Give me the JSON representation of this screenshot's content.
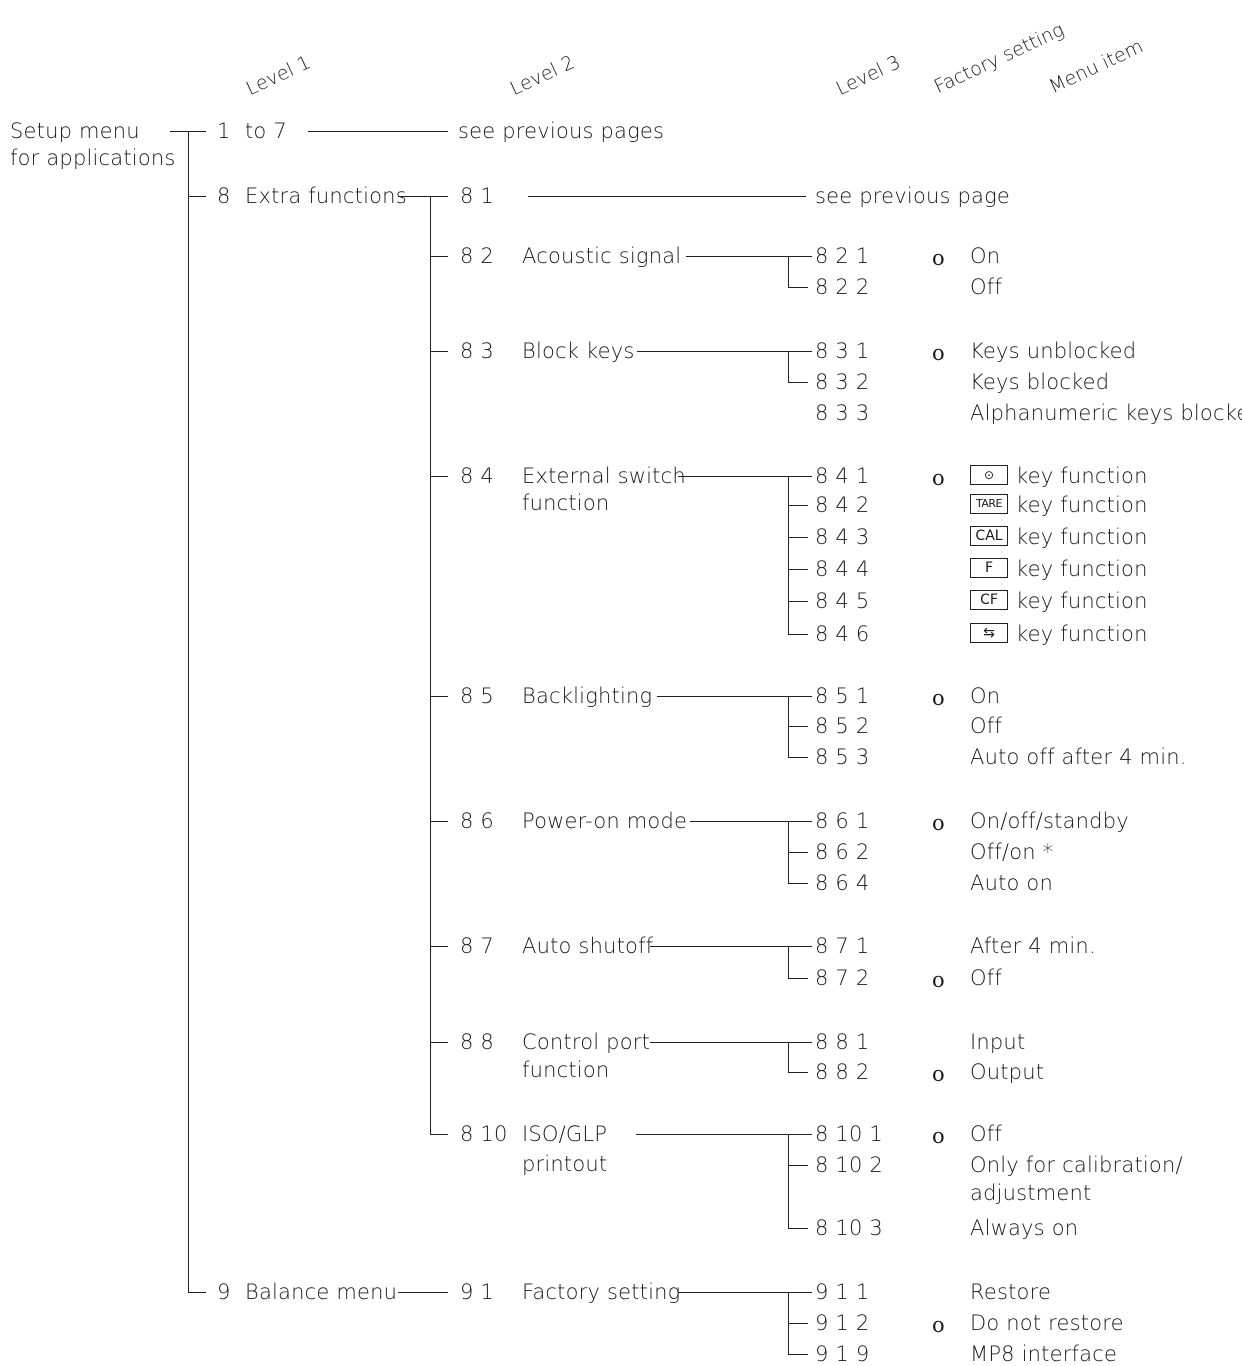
{
  "headers": {
    "level1": "Level 1",
    "level2": "Level 2",
    "level3": "Level 3",
    "factory_setting": "Factory setting",
    "menu_item": "Menu item"
  },
  "root": {
    "line1": "Setup menu",
    "line2": "for applications"
  },
  "factory_mark": "o",
  "level1": [
    {
      "num": "1",
      "label": "to  7"
    },
    {
      "num": "8",
      "label": "Extra functions"
    },
    {
      "num": "9",
      "label": "Balance menu"
    }
  ],
  "previous_pages": "see previous pages",
  "previous_page": "see previous page",
  "level2": [
    {
      "num": "8 1",
      "label": ""
    },
    {
      "num": "8 2",
      "label": "Acoustic signal"
    },
    {
      "num": "8 3",
      "label": "Block keys"
    },
    {
      "num": "8 4",
      "label": "External switch",
      "label2": "function"
    },
    {
      "num": "8 5",
      "label": "Backlighting"
    },
    {
      "num": "8 6",
      "label": "Power-on mode"
    },
    {
      "num": "8 7",
      "label": "Auto shutoff"
    },
    {
      "num": "8 8",
      "label": "Control port",
      "label2": "function"
    },
    {
      "num": "8 10",
      "label": "ISO/GLP",
      "label2": "printout"
    },
    {
      "num": "9 1",
      "label": "Factory setting"
    }
  ],
  "level3": {
    "acoustic": [
      {
        "code": "8 2 1",
        "item": "On",
        "factory": true
      },
      {
        "code": "8 2 2",
        "item": "Off",
        "factory": false
      }
    ],
    "block": [
      {
        "code": "8 3 1",
        "item": "Keys unblocked",
        "factory": true
      },
      {
        "code": "8 3 2",
        "item": "Keys blocked",
        "factory": false
      },
      {
        "code": "8 3 3",
        "item": "Alphanumeric keys blocked",
        "factory": false
      }
    ],
    "external": [
      {
        "code": "8 4 1",
        "key": "⊙",
        "item": "key function",
        "factory": true
      },
      {
        "code": "8 4 2",
        "key": "TARE",
        "item": "key function",
        "factory": false
      },
      {
        "code": "8 4 3",
        "key": "CAL",
        "item": "key function",
        "factory": false
      },
      {
        "code": "8 4 4",
        "key": "F",
        "item": "key function",
        "factory": false
      },
      {
        "code": "8 4 5",
        "key": "CF",
        "item": "key function",
        "factory": false
      },
      {
        "code": "8 4 6",
        "key": "⇆",
        "item": "key function",
        "factory": false
      }
    ],
    "backlight": [
      {
        "code": "8 5 1",
        "item": "On",
        "factory": true
      },
      {
        "code": "8 5 2",
        "item": "Off",
        "factory": false
      },
      {
        "code": "8 5 3",
        "item": "Auto off after 4 min.",
        "factory": false
      }
    ],
    "poweron": [
      {
        "code": "8 6 1",
        "item": "On/off/standby",
        "factory": true
      },
      {
        "code": "8 6 2",
        "item": "Off/on *",
        "factory": false
      },
      {
        "code": "8 6 4",
        "item": "Auto on",
        "factory": false
      }
    ],
    "shutoff": [
      {
        "code": "8 7 1",
        "item": "After 4 min.",
        "factory": false
      },
      {
        "code": "8 7 2",
        "item": "Off",
        "factory": true
      }
    ],
    "control": [
      {
        "code": "8 8 1",
        "item": "Input",
        "factory": false
      },
      {
        "code": "8 8 2",
        "item": "Output",
        "factory": true
      }
    ],
    "iso": [
      {
        "code": "8 10 1",
        "item": "Off",
        "factory": true
      },
      {
        "code": "8 10 2",
        "item": "Only for calibration/",
        "item2": "adjustment",
        "factory": false
      },
      {
        "code": "8 10 3",
        "item": "Always on",
        "factory": false
      }
    ],
    "balance": [
      {
        "code": "9 1 1",
        "item": "Restore",
        "factory": false
      },
      {
        "code": "9 1 2",
        "item": "Do not restore",
        "factory": true
      },
      {
        "code": "9 1 9",
        "item": "MP8 interface",
        "factory": false
      }
    ]
  }
}
